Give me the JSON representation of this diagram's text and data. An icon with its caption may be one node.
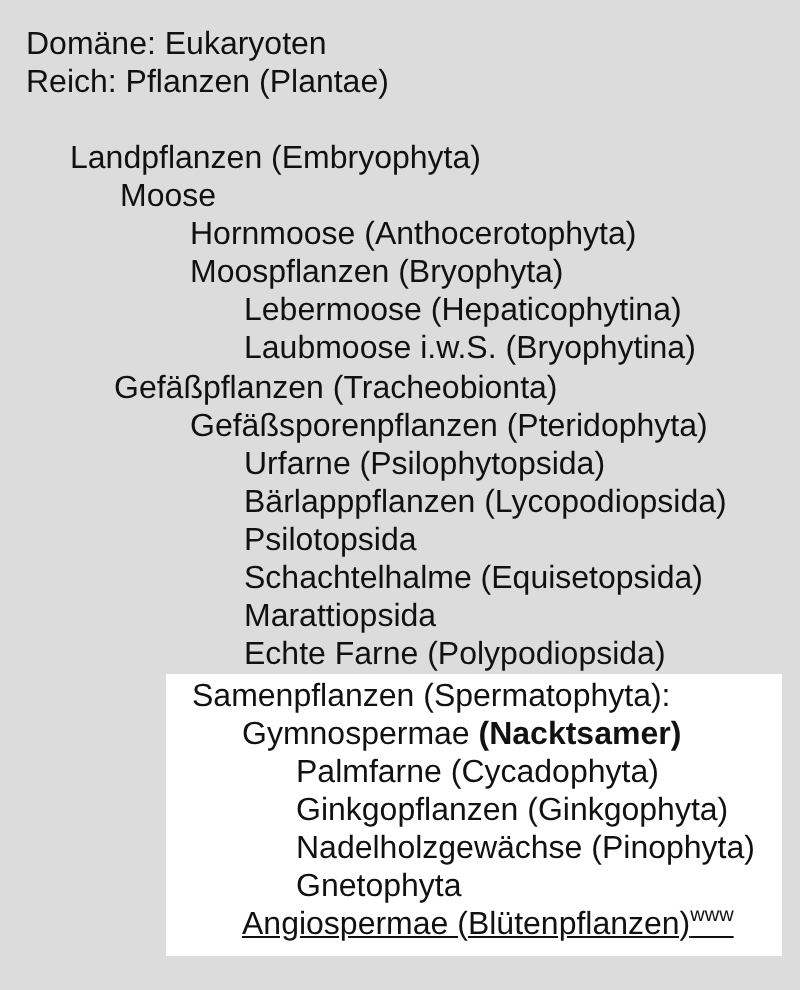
{
  "diagram": {
    "nodes": [
      {
        "text": [
          "Samenpflanzen (Spermatophyta):",
          "Gymnospermae **(Nacktsamer)**",
          "Palmfarne (Cycadophyta)",
          "Ginkgopflanzen (Ginkgophyta)",
          "Nadelholzgewächse (Pinophyta)",
          "Gnetophyta",
          "Angiospermae (Blütenpflanzen)$^{www}$"
        ]
      }
    ],
    "labels": [
      "Domäne: Eukaryoten",
      "Reich: Pflanzen (Plantae)",
      "Landpflanzen (Embryophyta)",
      "Moose",
      "Hornmoose (Anthocerotophyta)",
      "Moospflanzen (Bryophyta)",
      "Lebermoose (Hepaticophytina)",
      "Laubmoose i.w.S. (Bryophytina)",
      "Gefäßpflanzen (Tracheobionta)",
      "Gefäßsporenpflanzen (Pteridophyta)",
      "Urfarne (Psilophytopsida)",
      "Bärlapppflanzen (Lycopodiopsida)",
      "Psilotopsida",
      "Schachtelhalme (Equisetopsida)",
      "Marattiopsida",
      "Echte Farne (Polypodiopsida)"
    ]
  }
}
